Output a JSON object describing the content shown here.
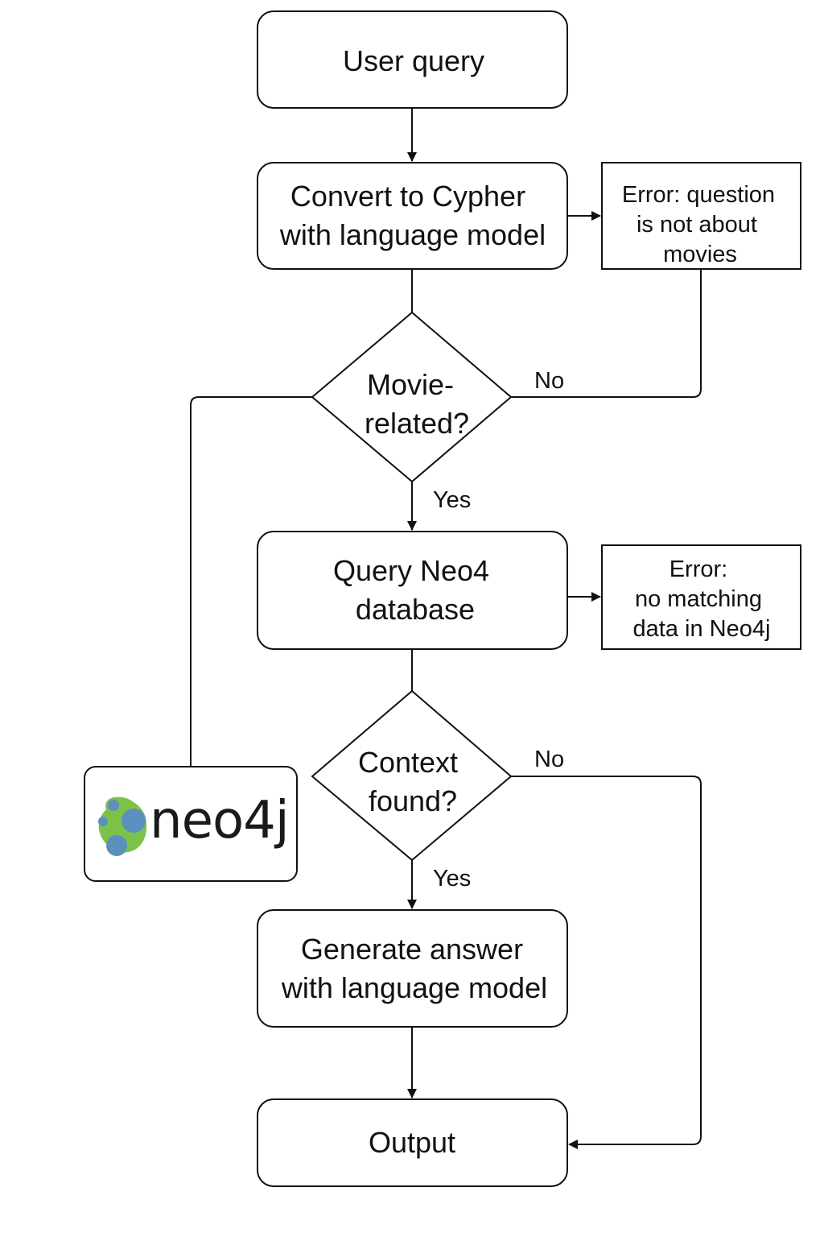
{
  "nodes": {
    "user_query": [
      "User query"
    ],
    "convert": [
      "Convert to Cypher",
      "with language model"
    ],
    "error_movies": [
      "Error: question",
      "is not about",
      "movies"
    ],
    "movie_related": [
      "Movie-",
      "related?"
    ],
    "query_db": [
      "Query Neo4",
      "database"
    ],
    "error_nodata": [
      "Error:",
      "no matching",
      "data in Neo4j"
    ],
    "context_found": [
      "Context",
      "found?"
    ],
    "generate": [
      "Generate answer",
      "with language model"
    ],
    "output": [
      "Output"
    ]
  },
  "edge_labels": {
    "movie_no": "No",
    "movie_yes": "Yes",
    "context_no": "No",
    "context_yes": "Yes"
  },
  "logo": {
    "text": "neo4j",
    "colors": {
      "green": "#7cc24a",
      "blue": "#5b8fbe",
      "ink": "#1a1a1a"
    }
  }
}
